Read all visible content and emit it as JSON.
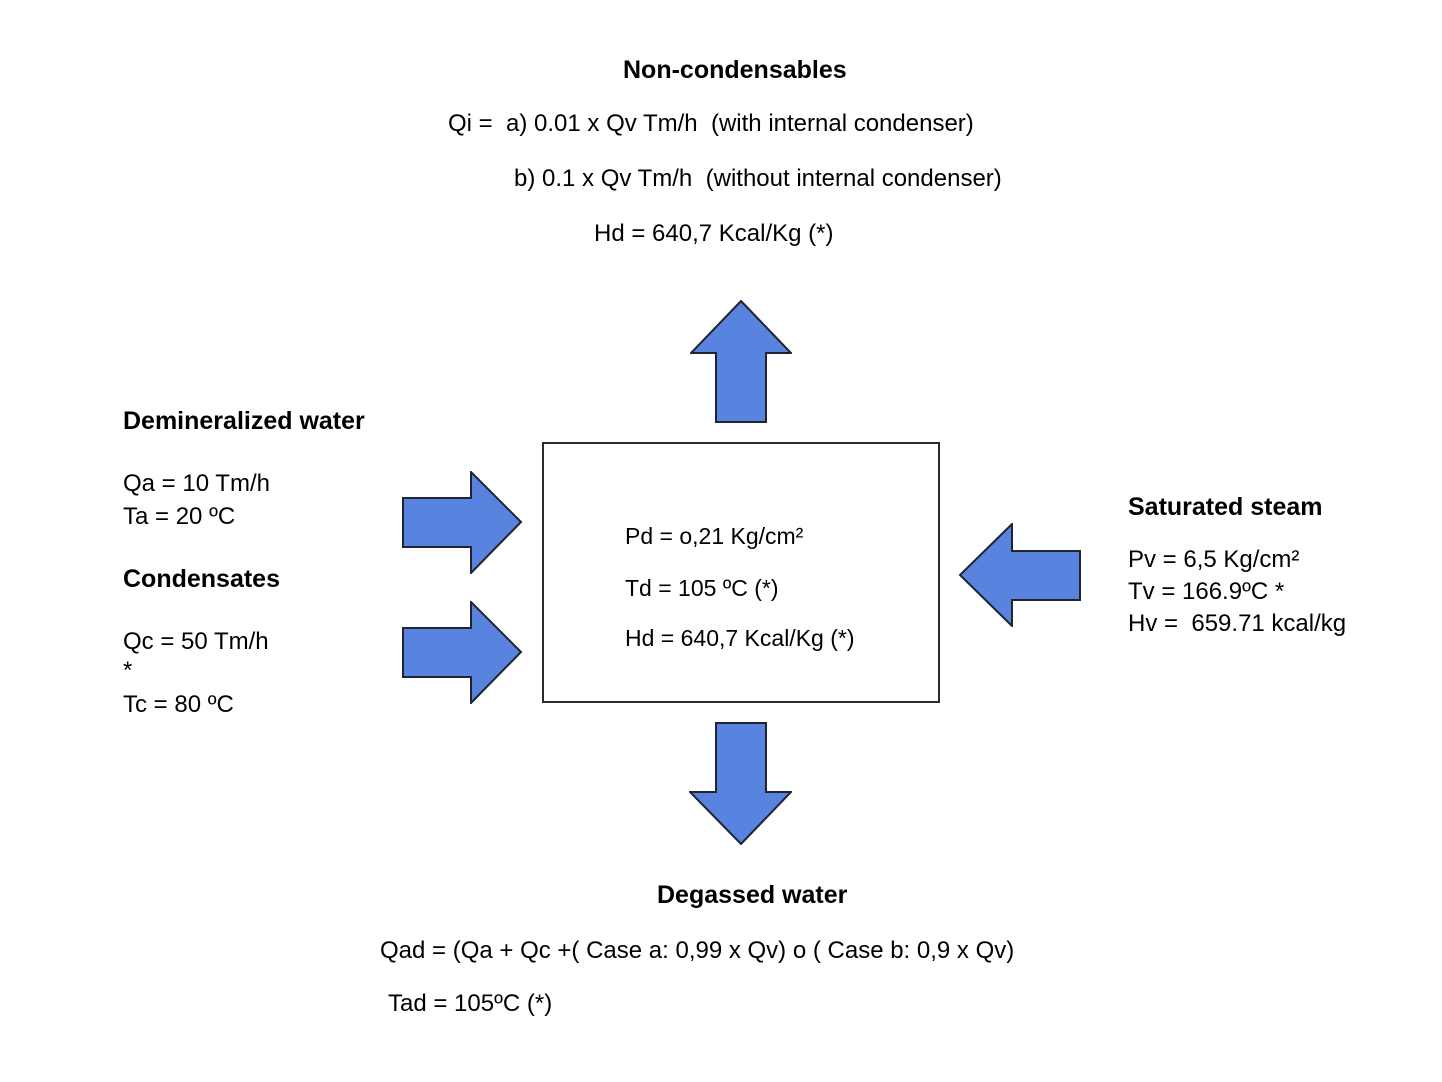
{
  "colors": {
    "background": "#ffffff",
    "arrow_fill": "#5883DE",
    "arrow_stroke": "#1F2430",
    "box_border": "#2b2b2b",
    "text": "#000000"
  },
  "top": {
    "title": "Non-condensables",
    "line_a": "Qi =  a) 0.01 x Qv Tm/h  (with internal condenser)",
    "line_b": "b) 0.1 x Qv Tm/h  (without internal condenser)",
    "line_hd": "Hd = 640,7 Kcal/Kg (*)"
  },
  "left": {
    "demin_title": "Demineralized water",
    "qa": "Qa = 10 Tm/h",
    "ta": "Ta = 20 ºC",
    "cond_title": "Condensates",
    "qc": "Qc = 50 Tm/h",
    "asterisk": "*",
    "tc": "Tc = 80 ºC"
  },
  "right": {
    "title": "Saturated steam",
    "pv": "Pv = 6,5 Kg/cm²",
    "tv": "Tv = 166.9ºC *",
    "hv": "Hv =  659.71 kcal/kg"
  },
  "box": {
    "pd": "Pd = o,21 Kg/cm²",
    "td": "Td = 105 ºC (*)",
    "hd": "Hd = 640,7 Kcal/Kg (*)"
  },
  "bottom": {
    "title": "Degassed water",
    "qad": "Qad = (Qa + Qc +( Case a: 0,99 x Qv) o ( Case b: 0,9 x Qv)",
    "tad": "Tad = 105ºC (*)"
  }
}
